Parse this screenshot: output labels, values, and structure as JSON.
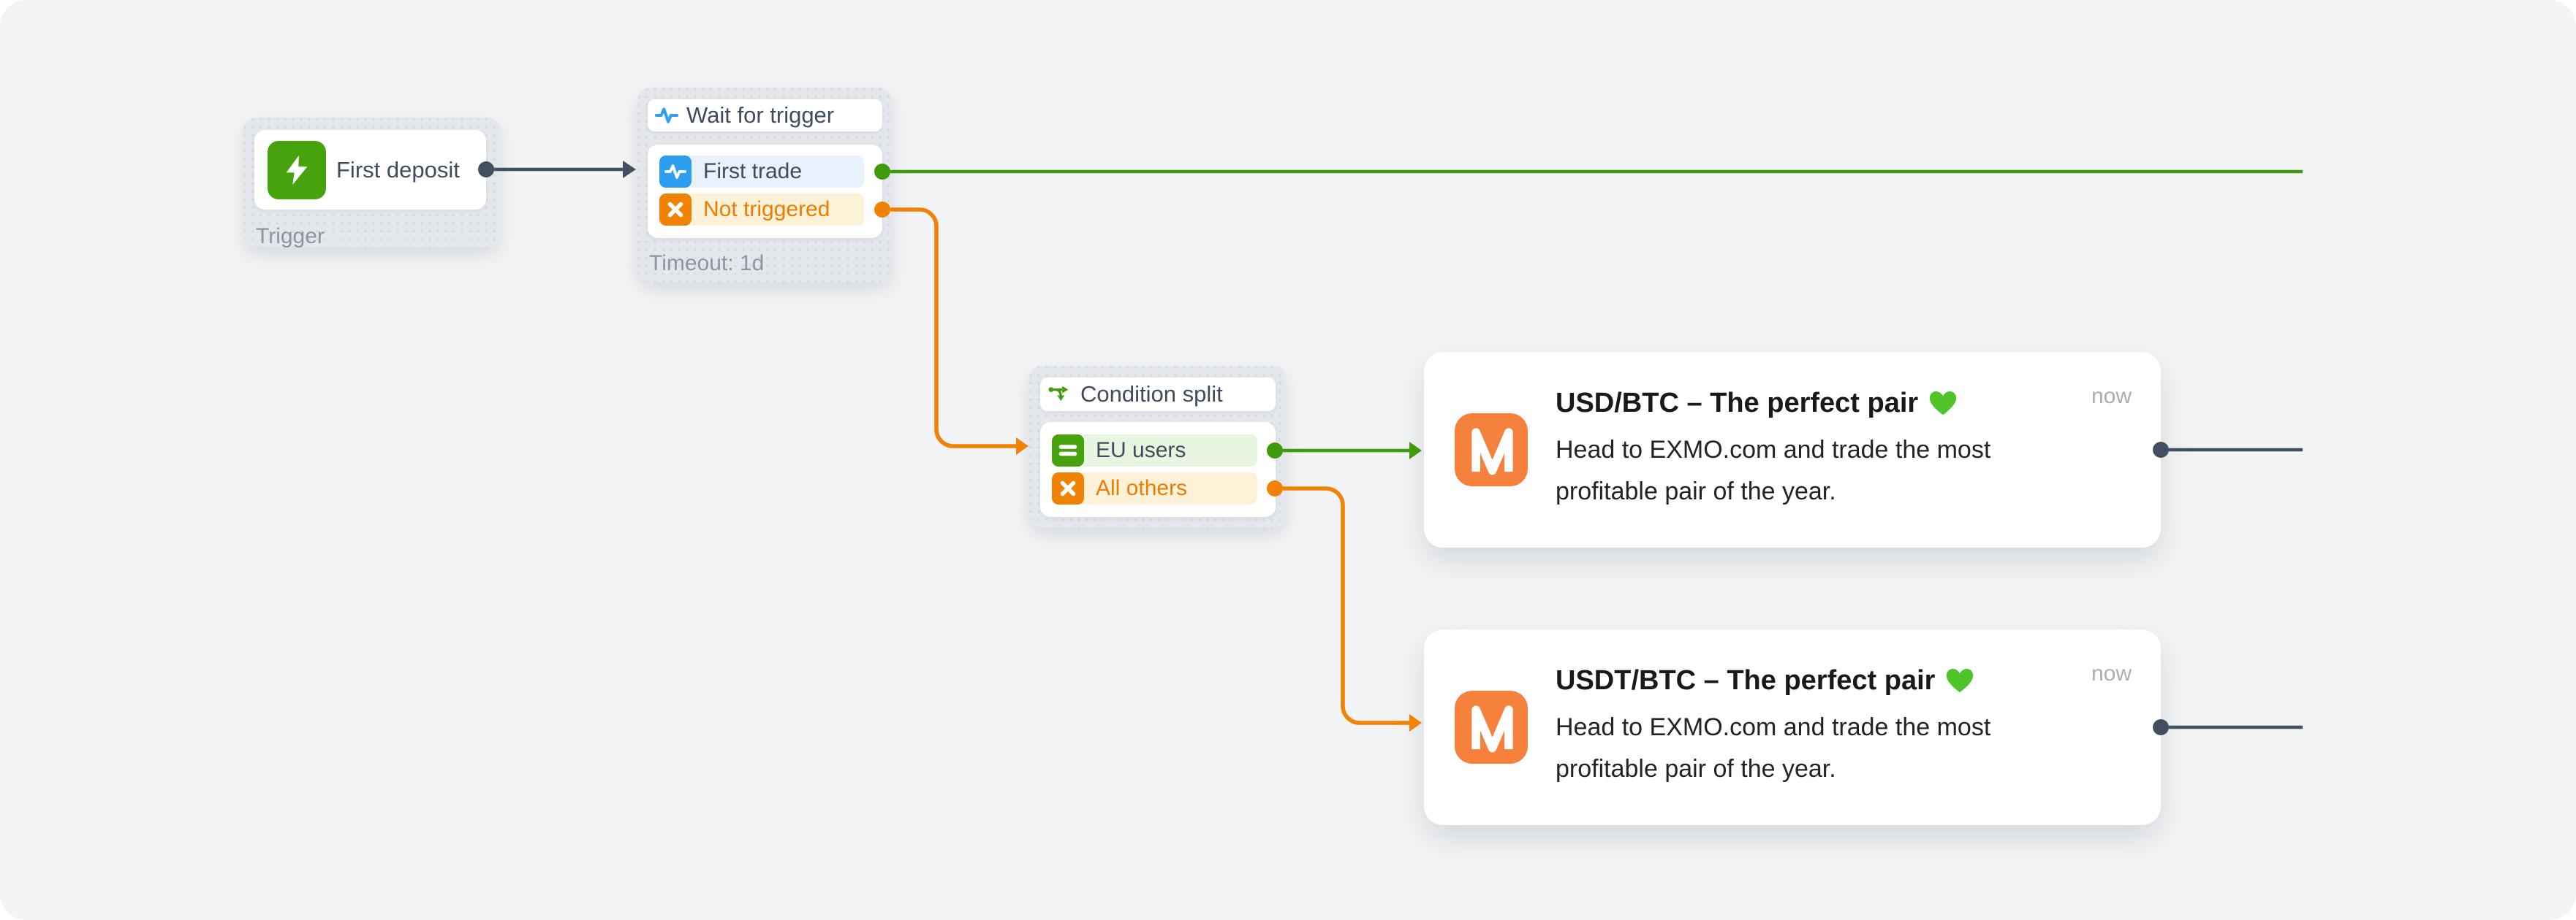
{
  "flow": {
    "trigger_node": {
      "title": "First deposit",
      "category_label": "Trigger"
    },
    "wait_node": {
      "title": "Wait for trigger",
      "branch_triggered": "First trade",
      "branch_not_triggered": "Not triggered",
      "timeout_label": "Timeout: 1d"
    },
    "condition_node": {
      "title": "Condition split",
      "branch_match": "EU users",
      "branch_other": "All others"
    },
    "push_card_1": {
      "title": "USD/BTC – The perfect pair",
      "emoji": "green-heart",
      "timestamp": "now",
      "body": "Head to EXMO.com and trade the most profitable pair of the year."
    },
    "push_card_2": {
      "title": "USDT/BTC – The perfect pair",
      "emoji": "green-heart",
      "timestamp": "now",
      "body": "Head to EXMO.com and trade the most profitable pair of the year."
    }
  },
  "icons": {
    "trigger": "lightning-icon",
    "wait": "pulse-icon",
    "fail_branch": "x-icon",
    "condition": "split-arrows-icon",
    "match_branch": "equals-icon",
    "push_app": "m-logo-icon",
    "title_emoji": "green-heart-emoji"
  },
  "colors": {
    "canvas_bg": "#f3f4f5",
    "node_bg": "#e4e7eb",
    "green_connector": "#3e9b0c",
    "green_icon": "#46a30d",
    "orange": "#f08306",
    "orange_text": "#ee7c00",
    "blue": "#2c9ff1",
    "slate_connector": "#414f61",
    "row_green_bg": "#e8f5e0",
    "row_blue_bg": "#e8f1fd",
    "row_cream_bg": "#fdf2d8",
    "app_icon_bg": "#f5813d"
  }
}
